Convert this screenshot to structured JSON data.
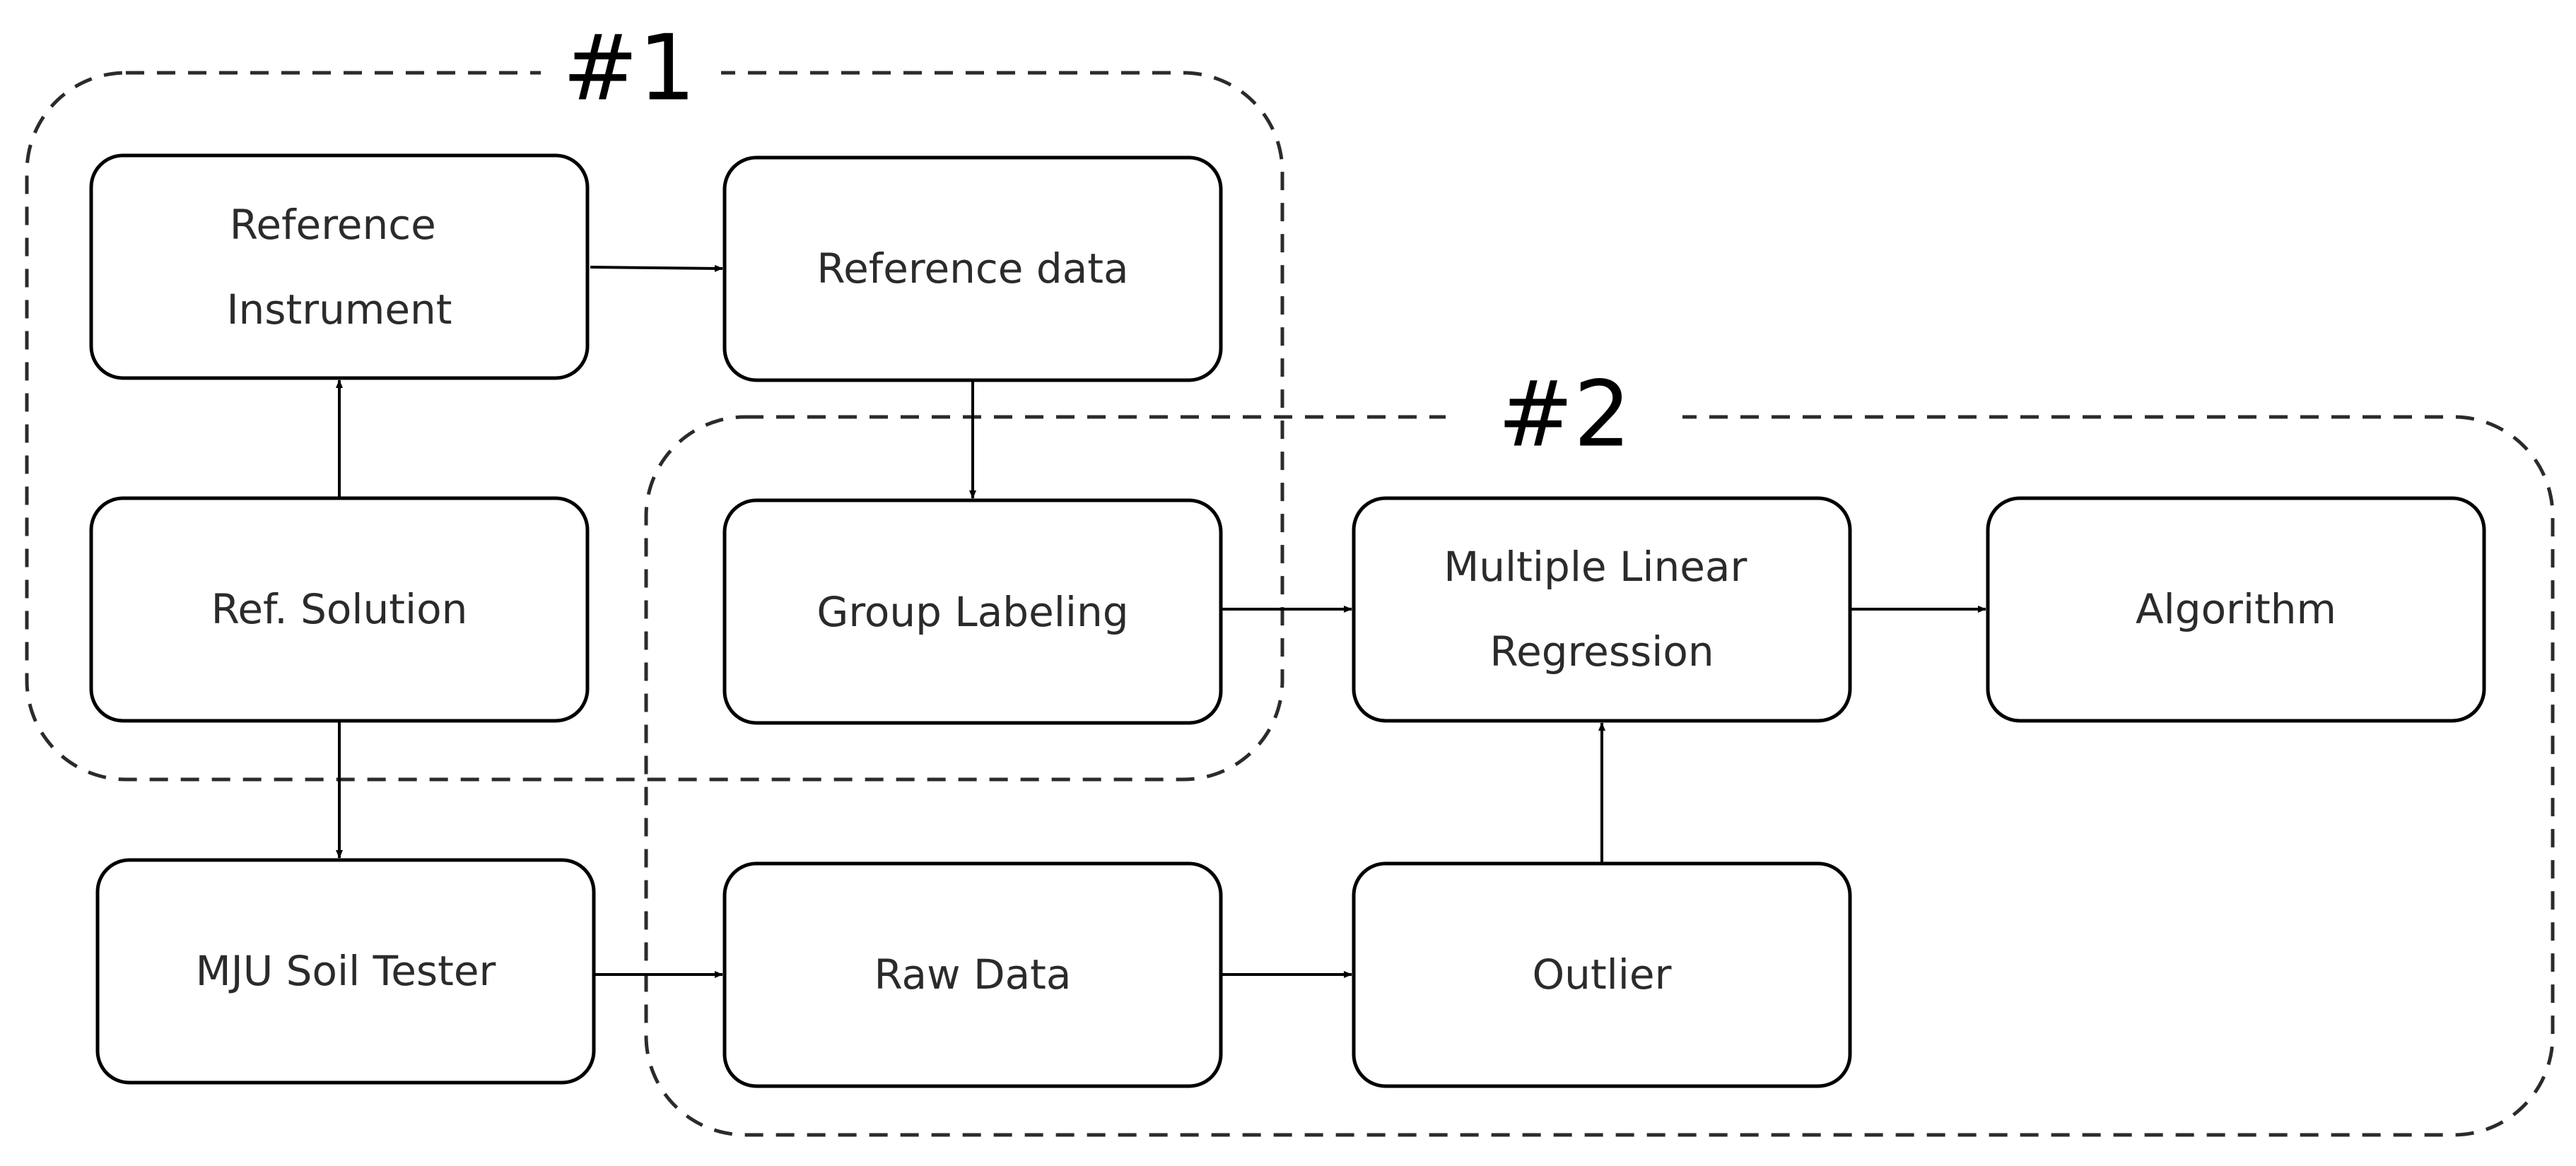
{
  "groups": {
    "g1": {
      "label": "#1"
    },
    "g2": {
      "label": "#2"
    }
  },
  "nodes": {
    "ref_instrument": {
      "lines": [
        "Reference",
        "Instrument"
      ]
    },
    "ref_data": {
      "lines": [
        "Reference data"
      ]
    },
    "ref_solution": {
      "lines": [
        "Ref. Solution"
      ]
    },
    "group_labeling": {
      "lines": [
        "Group Labeling"
      ]
    },
    "mlr": {
      "lines": [
        "Multiple Linear",
        "Regression"
      ]
    },
    "algorithm": {
      "lines": [
        "Algorithm"
      ]
    },
    "soil_tester": {
      "lines": [
        "MJU Soil Tester"
      ]
    },
    "raw_data": {
      "lines": [
        "Raw Data"
      ]
    },
    "outlier": {
      "lines": [
        "Outlier"
      ]
    }
  },
  "edges": [
    {
      "from": "ref_instrument",
      "to": "ref_data"
    },
    {
      "from": "ref_solution",
      "to": "ref_instrument"
    },
    {
      "from": "ref_data",
      "to": "group_labeling"
    },
    {
      "from": "group_labeling",
      "to": "mlr"
    },
    {
      "from": "mlr",
      "to": "algorithm"
    },
    {
      "from": "ref_solution",
      "to": "soil_tester"
    },
    {
      "from": "soil_tester",
      "to": "raw_data"
    },
    {
      "from": "raw_data",
      "to": "outlier"
    },
    {
      "from": "outlier",
      "to": "mlr"
    }
  ],
  "colors": {
    "stroke": "#000000",
    "text": "#2b2b2b",
    "background": "#ffffff"
  }
}
